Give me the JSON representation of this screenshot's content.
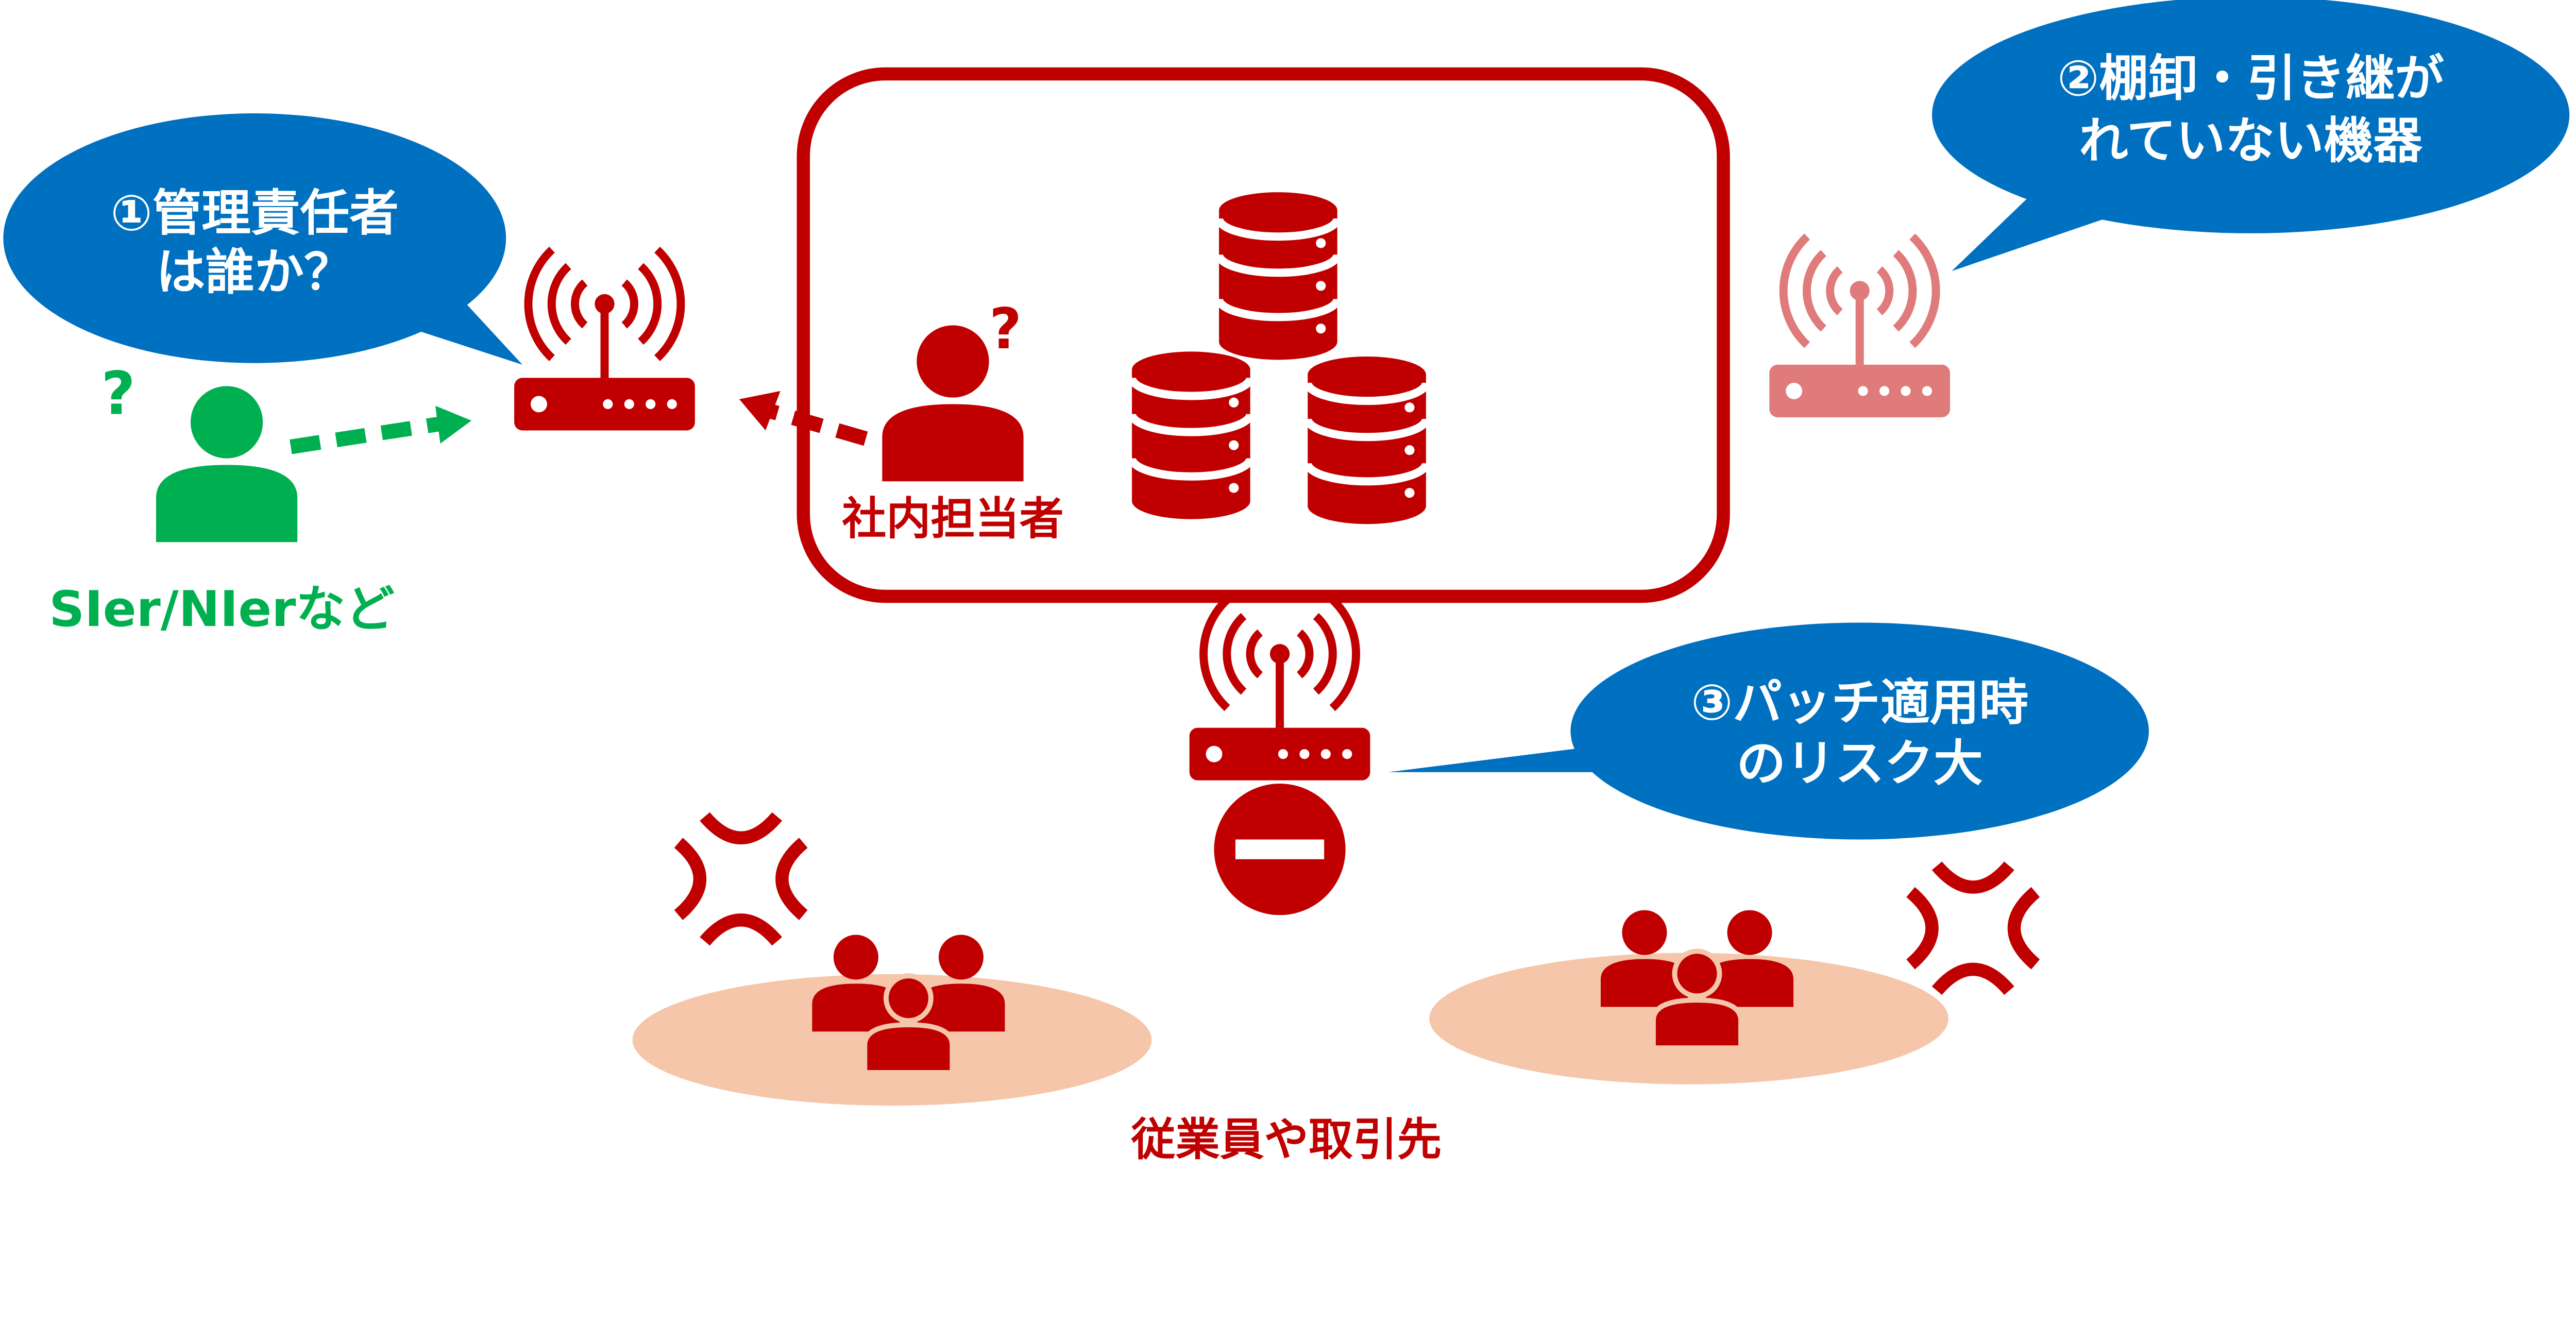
{
  "bubbles": {
    "b1": {
      "line1": "①管理責任者",
      "line2": "は誰か？"
    },
    "b2": {
      "line1": "②棚卸・引き継が",
      "line2": "れていない機器"
    },
    "b3": {
      "line1": "③パッチ適用時",
      "line2": "のリスク大"
    }
  },
  "labels": {
    "vendor": "SIer/NIerなど",
    "vendor_question": "?",
    "staff": "社内担当者",
    "staff_question": "?",
    "stakeholders": "従業員や取引先"
  },
  "colors": {
    "red": "#c00000",
    "pink": "#e07b7b",
    "blue": "#0070c0",
    "green": "#00b050",
    "peach": "#f5c6aa"
  }
}
